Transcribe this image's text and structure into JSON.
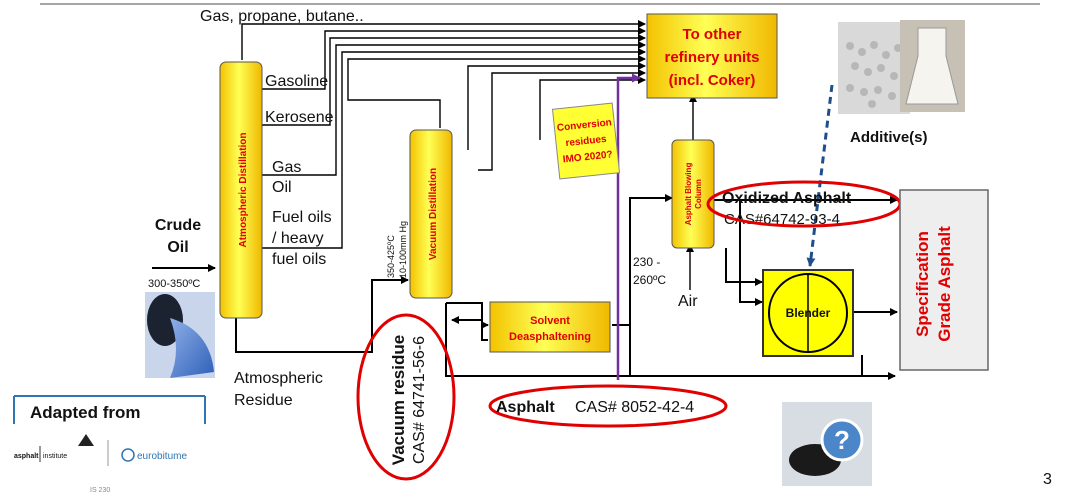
{
  "top_gas": "Gas, propane, butane..",
  "other_units": {
    "line1": "To other",
    "line2": "refinery units",
    "line3": "(incl. Coker)"
  },
  "additive": "Additive(s)",
  "crude": {
    "line1": "Crude",
    "line2": "Oil"
  },
  "crude_temp": "300-350ºC",
  "atmospheric_column": "Atmospheric Distillation",
  "products": {
    "gasoline": "Gasoline",
    "kerosene": "Kerosene",
    "gas_oil_1": "Gas",
    "gas_oil_2": "Oil",
    "fuel_oil_1": "Fuel oils",
    "fuel_oil_2": "/ heavy",
    "fuel_oil_3": "fuel oils"
  },
  "atm_residue": {
    "line1": "Atmospheric",
    "line2": "Residue"
  },
  "vacuum_conditions": {
    "line1": "350-425ºC",
    "line2": "10-100mm Hg"
  },
  "vacuum_column": "Vacuum Distillation",
  "conversion": {
    "line1": "Conversion",
    "line2": "residues",
    "line3": "IMO 2020?"
  },
  "blowing_column": {
    "line1": "Asphalt Blowing",
    "line2": "Column"
  },
  "blowing_temp": {
    "line1": "230 -",
    "line2": "260ºC"
  },
  "air": "Air",
  "oxidized": {
    "name": "Oxidized Asphalt",
    "cas": "CAS#64742-93-4"
  },
  "solvent": {
    "line1": "Solvent",
    "line2": "Deasphaltening"
  },
  "blender": "Blender",
  "spec": {
    "line1": "Specification",
    "line2": "Grade Asphalt"
  },
  "vacuum_residue": {
    "line1": "Vacuum residue",
    "line2": "CAS# 64741-56-6"
  },
  "asphalt": {
    "name": "Asphalt",
    "cas": "CAS# 8052-42-4"
  },
  "adapted_from": "Adapted from",
  "logos": {
    "asphalt_institute_1": "asphalt",
    "asphalt_institute_2": "institute",
    "eurobitume": "eurobitume"
  },
  "small_code": "IS 230",
  "page_number": "3",
  "colors": {
    "yellow": "#ffff33",
    "red": "#e00000",
    "purple": "#7030a0",
    "blue_dash": "#1f4e8c"
  },
  "icons": [
    "pellets-photo",
    "beaker-photo",
    "spill-photo",
    "question-photo"
  ]
}
